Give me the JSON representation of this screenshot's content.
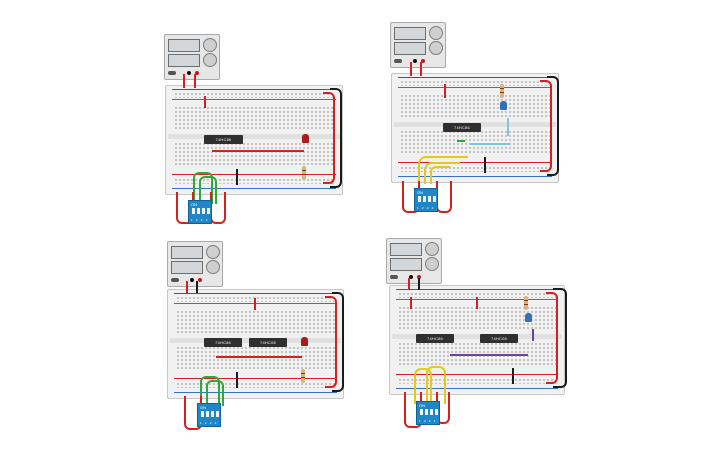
{
  "chips": {
    "c1_chip1": "74HC86",
    "c2_chip1": "74HC86",
    "c3_chip1": "74HC86",
    "c3_chip2": "74HC08",
    "c4_chip1": "74HC86",
    "c4_chip2": "74HC08"
  },
  "dip_switch": {
    "on_label": "ON",
    "numbers": "1 2 3 4"
  },
  "colors": {
    "red_wire": "#d62020",
    "black_wire": "#1b1b1b",
    "green_wire": "#31a83a",
    "yellow_wire": "#e9c61b",
    "lightblue_wire": "#80c4df",
    "purple_wire": "#6a3fa3",
    "led_red": "#a61d1d",
    "led_blue": "#2f72b5",
    "dip_blue": "#1f86c8"
  }
}
